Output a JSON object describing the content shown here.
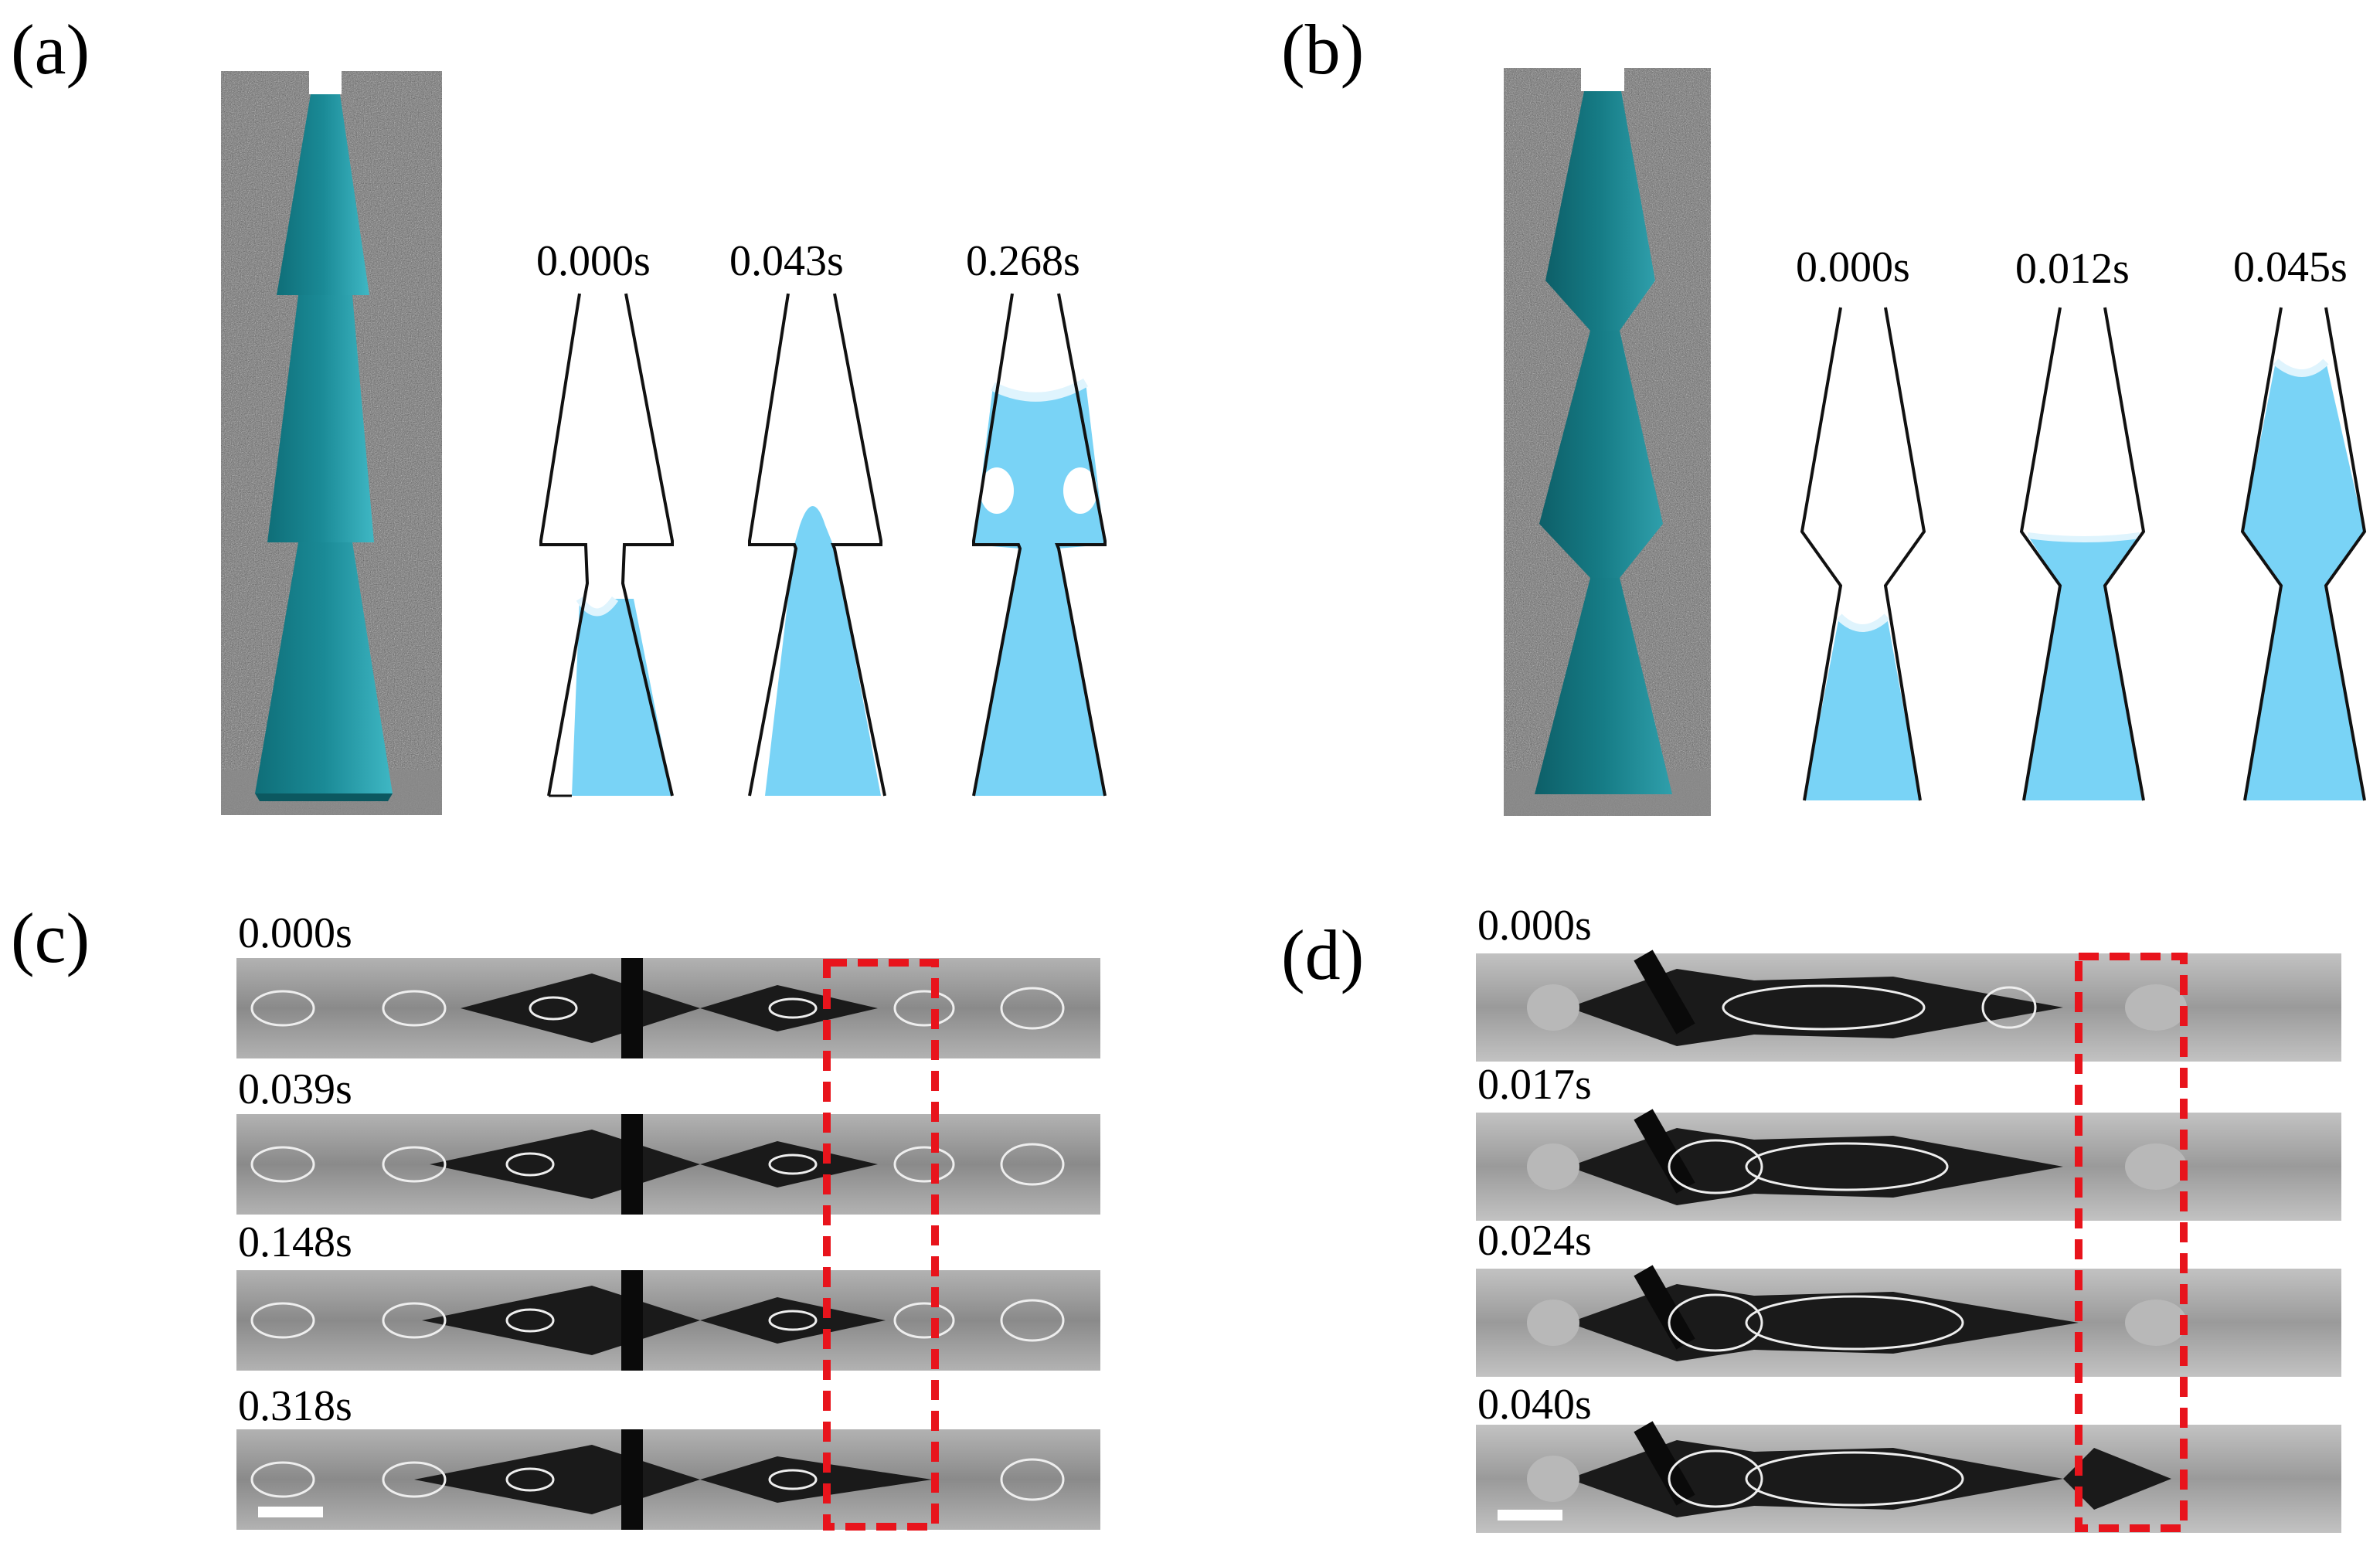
{
  "figure": {
    "panels": [
      {
        "id": "a",
        "label": "(a)",
        "times": [
          "0.000s",
          "0.043s",
          "0.268s"
        ]
      },
      {
        "id": "b",
        "label": "(b)",
        "times": [
          "0.000s",
          "0.012s",
          "0.045s"
        ]
      },
      {
        "id": "c",
        "label": "(c)",
        "times": [
          "0.000s",
          "0.039s",
          "0.148s",
          "0.318s"
        ]
      },
      {
        "id": "d",
        "label": "(d)",
        "times": [
          "0.000s",
          "0.017s",
          "0.024s",
          "0.040s"
        ]
      }
    ]
  },
  "colors": {
    "channel_teal": "#1a8a96",
    "fluid_blue": "#79d3f6",
    "photo_gray": "#9a9a9a",
    "highlight_box": "#e8141c"
  }
}
